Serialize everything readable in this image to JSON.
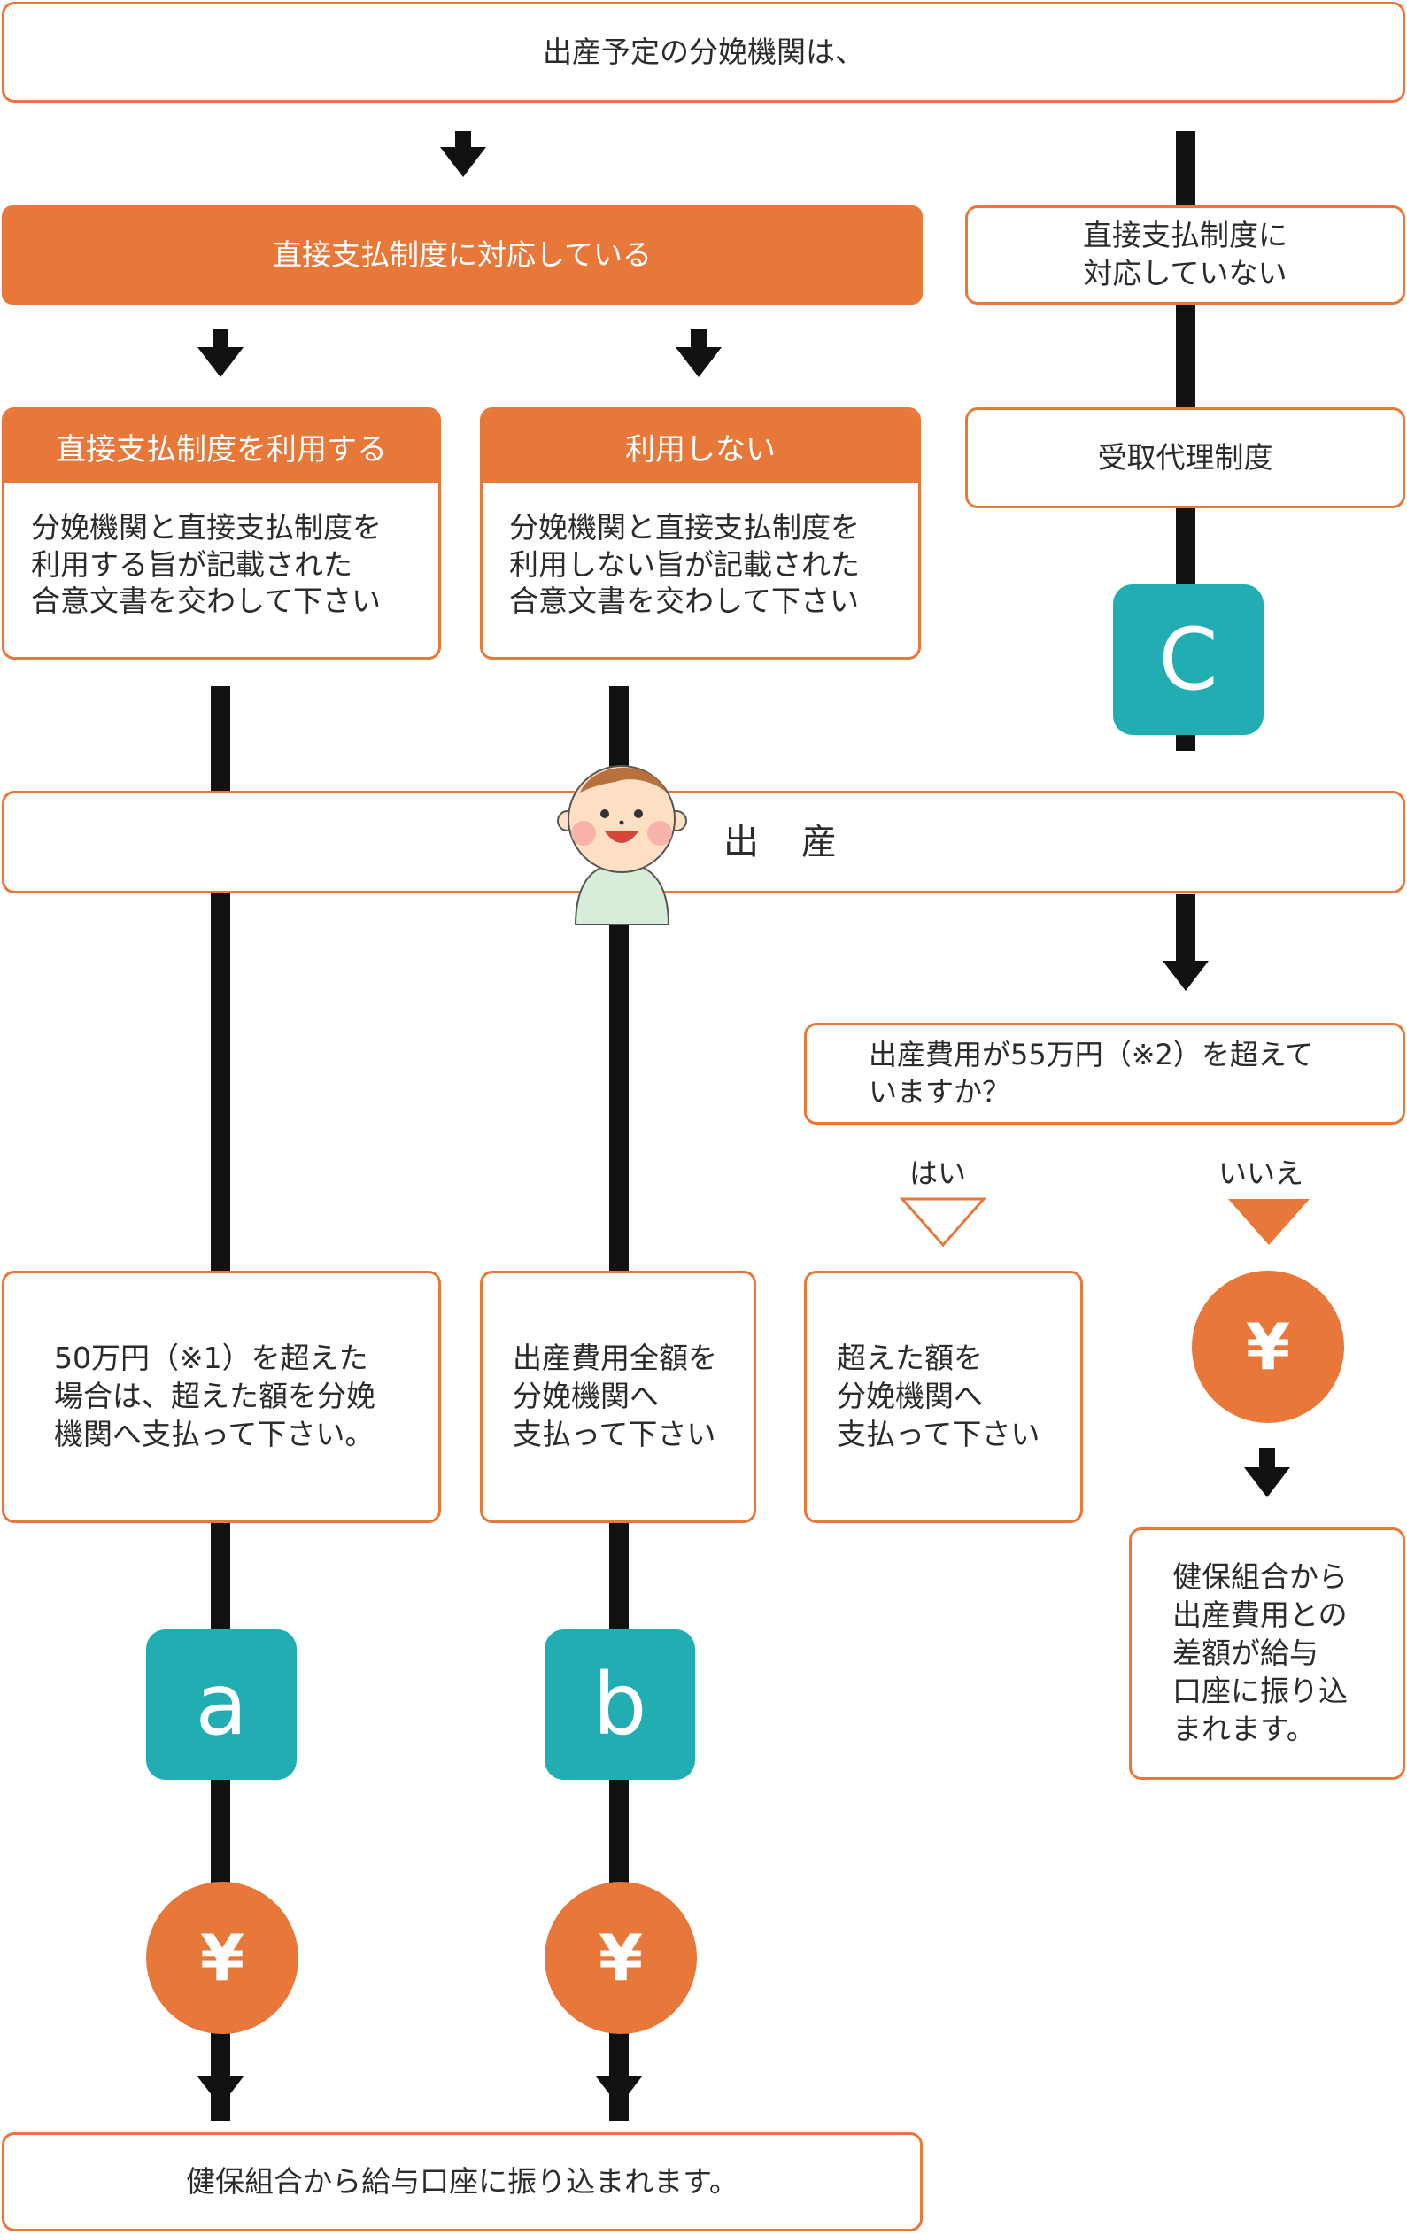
{
  "top": {
    "text": "出産予定の分娩機関は、"
  },
  "supported": {
    "text": "直接支払制度に対応している"
  },
  "not_supported": {
    "text": "直接支払制度に\n対応していない"
  },
  "use": {
    "title": "直接支払制度を利用する",
    "body": "分娩機関と直接支払制度を\n利用する旨が記載された\n合意文書を交わして下さい"
  },
  "not_use": {
    "title": "利用しない",
    "body": "分娩機関と直接支払制度を\n利用しない旨が記載された\n合意文書を交わして下さい"
  },
  "proxy": {
    "text": "受取代理制度"
  },
  "badges": {
    "a": "a",
    "b": "b",
    "c": "C"
  },
  "birth": {
    "text": "出　産"
  },
  "question": {
    "text": "出産費用が55万円（※2）を超えて\nいますか？"
  },
  "answers": {
    "yes": "はい",
    "no": "いいえ"
  },
  "outcome_a": {
    "text": "50万円（※1）を超えた\n場合は、超えた額を分娩\n機関へ支払って下さい。"
  },
  "outcome_b": {
    "text": "出産費用全額を\n分娩機関へ\n支払って下さい"
  },
  "outcome_yes": {
    "text": "超えた額を\n分娩機関へ\n支払って下さい"
  },
  "outcome_no": {
    "text": "健保組合から\n出産費用との\n差額が給与\n口座に振り込\nまれます。"
  },
  "yen_symbol": "¥",
  "bottom": {
    "text": "健保組合から給与口座に振り込まれます。"
  },
  "colors": {
    "accent": "#e8773a",
    "teal": "#22adb3",
    "line": "#111111"
  }
}
